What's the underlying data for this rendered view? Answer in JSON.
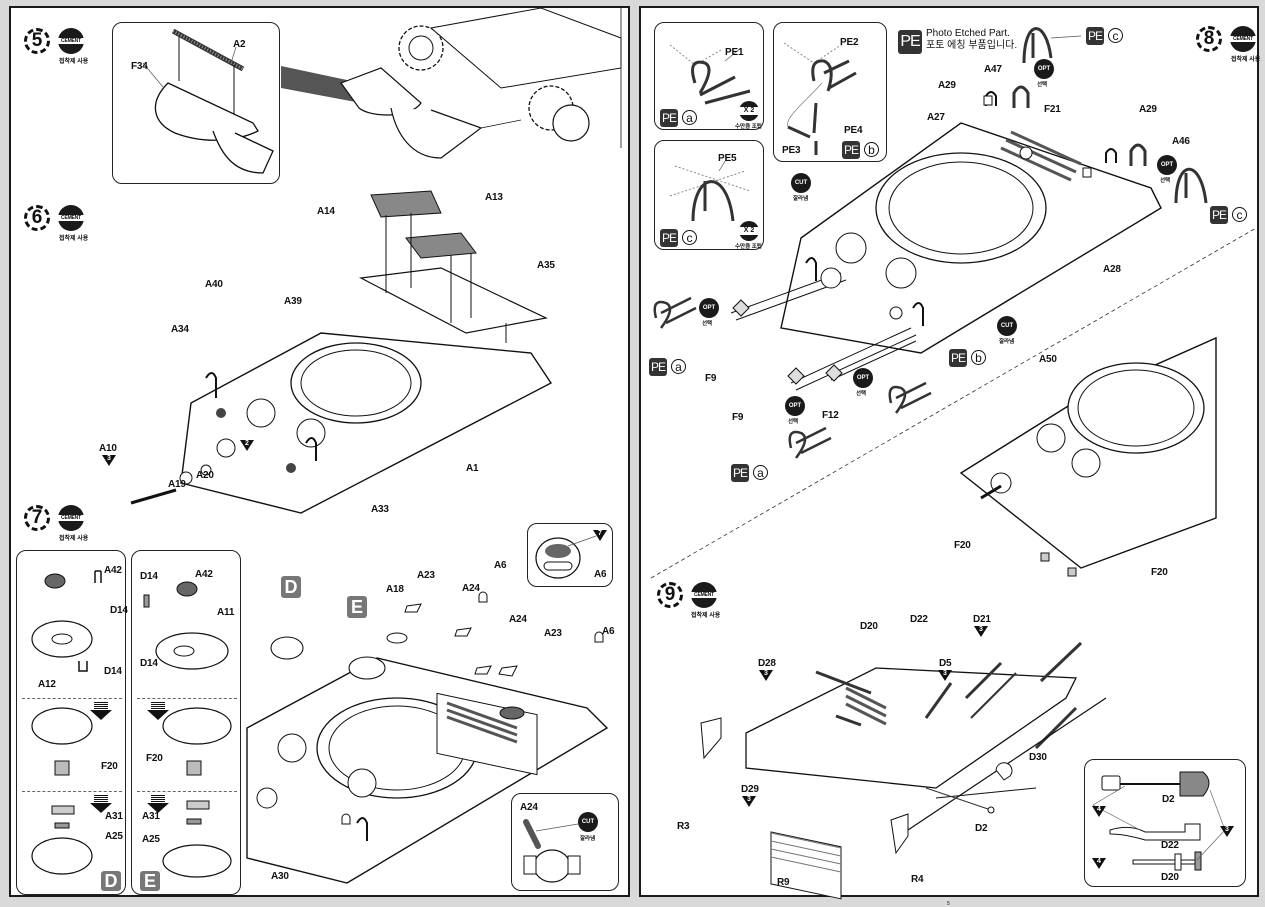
{
  "document": {
    "type": "model-kit assembly instructions",
    "page_number": "5"
  },
  "common": {
    "cement_label": "CEMENT",
    "cement_sub": "접착제 사용",
    "opt_label": "OPT",
    "opt_sub": "선택",
    "cut_label": "CUT",
    "cut_sub": "잘라냄",
    "x2_label": "X 2",
    "x2_sub": "수만큼 조립",
    "pe_label": "PE"
  },
  "left_page": {
    "step5": {
      "number": "5",
      "labels": [
        "F34",
        "A2"
      ]
    },
    "step6": {
      "number": "6",
      "labels": [
        "A14",
        "A13",
        "A35",
        "A40",
        "A39",
        "A34",
        "A10",
        "A19",
        "A20",
        "A1",
        "A33"
      ],
      "marker_a10": "3",
      "marker_mid": "2"
    },
    "step7": {
      "number": "7",
      "box_d": {
        "labels": [
          "A42",
          "D14",
          "A12",
          "D14",
          "F20",
          "A31",
          "A25"
        ],
        "variant": "D"
      },
      "box_e": {
        "labels": [
          "D14",
          "A42",
          "A11",
          "D14",
          "F20",
          "A31",
          "A25"
        ],
        "variant": "E"
      },
      "main_labels": [
        "A18",
        "A23",
        "A24",
        "A6",
        "A24",
        "A23",
        "A6",
        "A30"
      ],
      "variant_d": "D",
      "variant_e": "E",
      "inset_a6": {
        "label": "A6",
        "marker": "7"
      },
      "inset_a24": {
        "label": "A24"
      }
    }
  },
  "right_page": {
    "pe_legend": {
      "line1": "Photo Etched Part.",
      "line2": "포토 에칭 부품입니다."
    },
    "inset_a": {
      "label": "PE1",
      "variant": "a"
    },
    "inset_b": {
      "labels": [
        "PE2",
        "PE3",
        "PE4"
      ],
      "variant": "b"
    },
    "inset_c": {
      "label": "PE5",
      "variant": "c"
    },
    "step8": {
      "number": "8",
      "labels": [
        "A29",
        "A47",
        "A27",
        "F21",
        "A29",
        "A46",
        "A28",
        "F9",
        "F9",
        "F12",
        "A50",
        "F20",
        "F20"
      ],
      "pe_variants": [
        "c",
        "c",
        "a",
        "b",
        "a",
        "b"
      ]
    },
    "step9": {
      "number": "9",
      "labels": [
        "D20",
        "D22",
        "D21",
        "D28",
        "D5",
        "D29",
        "D30",
        "D2",
        "R3",
        "R9",
        "R4"
      ],
      "markers": {
        "D21": "3",
        "D28": "3",
        "D5": "3",
        "D29": "3"
      },
      "inset": {
        "labels": [
          "D2",
          "D22",
          "D20"
        ],
        "markers": [
          "4",
          "3",
          "4"
        ]
      }
    }
  }
}
